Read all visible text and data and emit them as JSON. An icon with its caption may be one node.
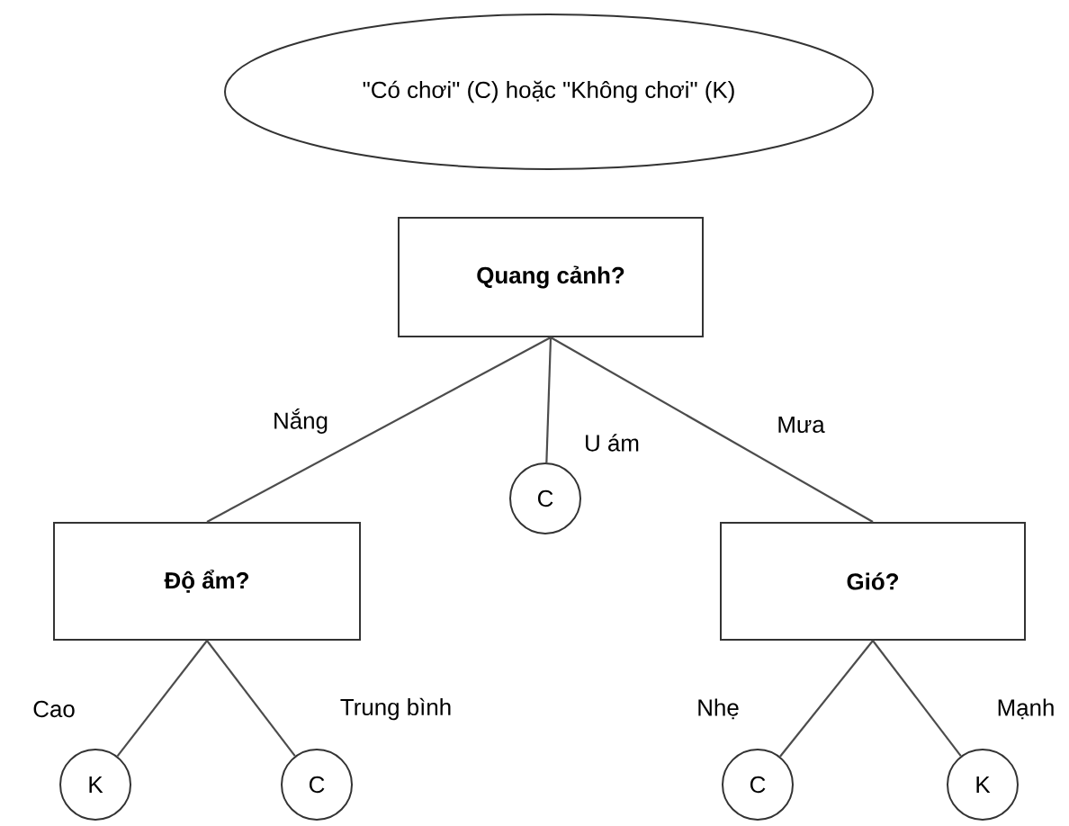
{
  "diagram": {
    "nodes": [
      {
        "text": [
          "\"Có chơi\" (C) hoặc \"Không chơi\" (K)"
        ]
      },
      {
        "text": [
          "Quang cảnh?"
        ]
      },
      {
        "text": [
          "Độ ẩm?"
        ]
      },
      {
        "text": [
          "C"
        ]
      },
      {
        "text": [
          "Gió?"
        ]
      },
      {
        "text": [
          "K"
        ]
      },
      {
        "text": [
          "C"
        ]
      },
      {
        "text": [
          "C"
        ]
      },
      {
        "text": [
          "K"
        ]
      }
    ],
    "edges": [
      {
        "from": 1,
        "to": 2,
        "arrow": "none",
        "label": "Nắng"
      },
      {
        "from": 1,
        "to": 3,
        "arrow": "none",
        "label": "U ám"
      },
      {
        "from": 1,
        "to": 4,
        "arrow": "none",
        "label": "Mưa"
      },
      {
        "from": 2,
        "to": 5,
        "arrow": "none",
        "label": "Cao"
      },
      {
        "from": 2,
        "to": 6,
        "arrow": "none",
        "label": "Trung bình"
      },
      {
        "from": 4,
        "to": 7,
        "arrow": "none",
        "label": "Nhẹ"
      },
      {
        "from": 4,
        "to": 8,
        "arrow": "none",
        "label": "Mạnh"
      }
    ]
  }
}
